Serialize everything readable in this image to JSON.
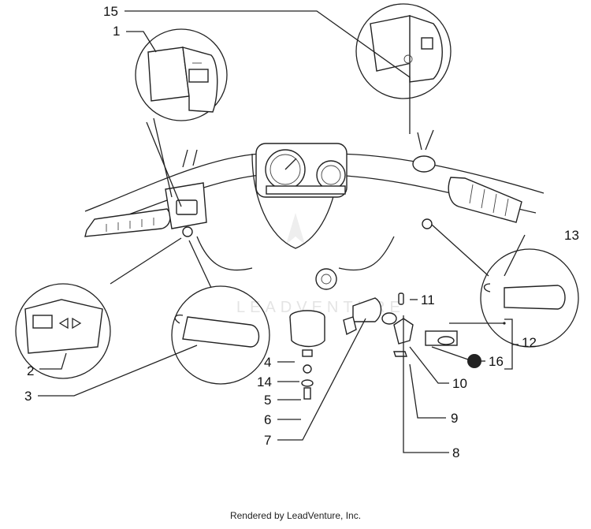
{
  "callouts": {
    "c1": "1",
    "c2": "2",
    "c3": "3",
    "c4": "4",
    "c5": "5",
    "c6": "6",
    "c7": "7",
    "c8": "8",
    "c9": "9",
    "c10": "10",
    "c11": "11",
    "c12": "12",
    "c13": "13",
    "c14": "14",
    "c15": "15",
    "c16": "16"
  },
  "watermark": "LEADVENTURE",
  "footer": "Rendered by LeadVenture, Inc."
}
